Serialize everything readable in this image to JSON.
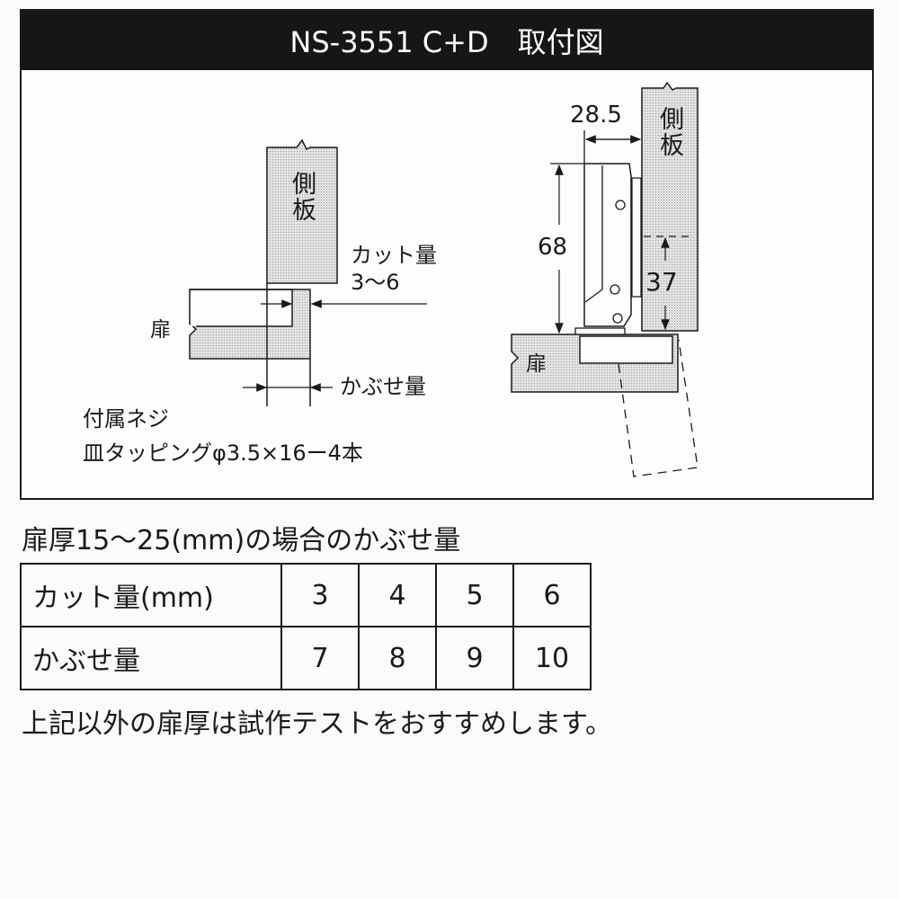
{
  "header": {
    "title": "NS-3551 C+D　取付図"
  },
  "diagram_left": {
    "side_panel_label": "側板",
    "door_label": "扉",
    "cut_label": "カット量",
    "cut_range": "3〜6",
    "overlay_label": "かぶせ量"
  },
  "diagram_right": {
    "side_panel_label": "側板",
    "door_label": "扉",
    "dim_width": "28.5",
    "dim_height": "68",
    "dim_plate": "37"
  },
  "screws": {
    "title": "付属ネジ",
    "spec": "皿タッピングφ3.5×16ー4本"
  },
  "table": {
    "title": "扉厚15〜25(mm)の場合のかぶせ量",
    "rows": [
      {
        "header": "カット量(mm)",
        "values": [
          "3",
          "4",
          "5",
          "6"
        ]
      },
      {
        "header": "かぶせ量",
        "values": [
          "7",
          "8",
          "9",
          "10"
        ]
      }
    ]
  },
  "footnote": "上記以外の扉厚は試作テストをおすすめします。",
  "colors": {
    "title_bg": "#161616",
    "title_fg": "#ffffff",
    "hatch": "#cfcfcf",
    "line": "#1a1a1a"
  }
}
